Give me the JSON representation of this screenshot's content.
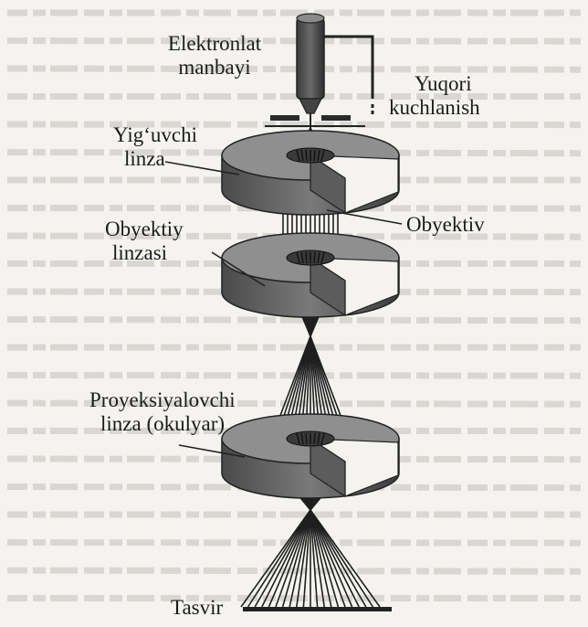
{
  "labels": {
    "source": [
      "Elektronlat",
      "manbayi"
    ],
    "high_voltage": [
      "Yuqori",
      "kuchlanish"
    ],
    "condenser": [
      "Yig‘uvchi",
      "linza"
    ],
    "objective_lens": [
      "Obyektiy",
      "linzasi"
    ],
    "objective": "Obyektiv",
    "projector": [
      "Proyeksiyalovchi",
      "linza (okulyar)"
    ],
    "image": "Tasvir"
  },
  "colors": {
    "page": "#f4f3f0",
    "ink": "#1b1b1b",
    "lens_top": "#8e8e8e",
    "lens_side": "#5a5a5a",
    "beam": "#222222",
    "bleed_text": "#d2d0cb"
  }
}
